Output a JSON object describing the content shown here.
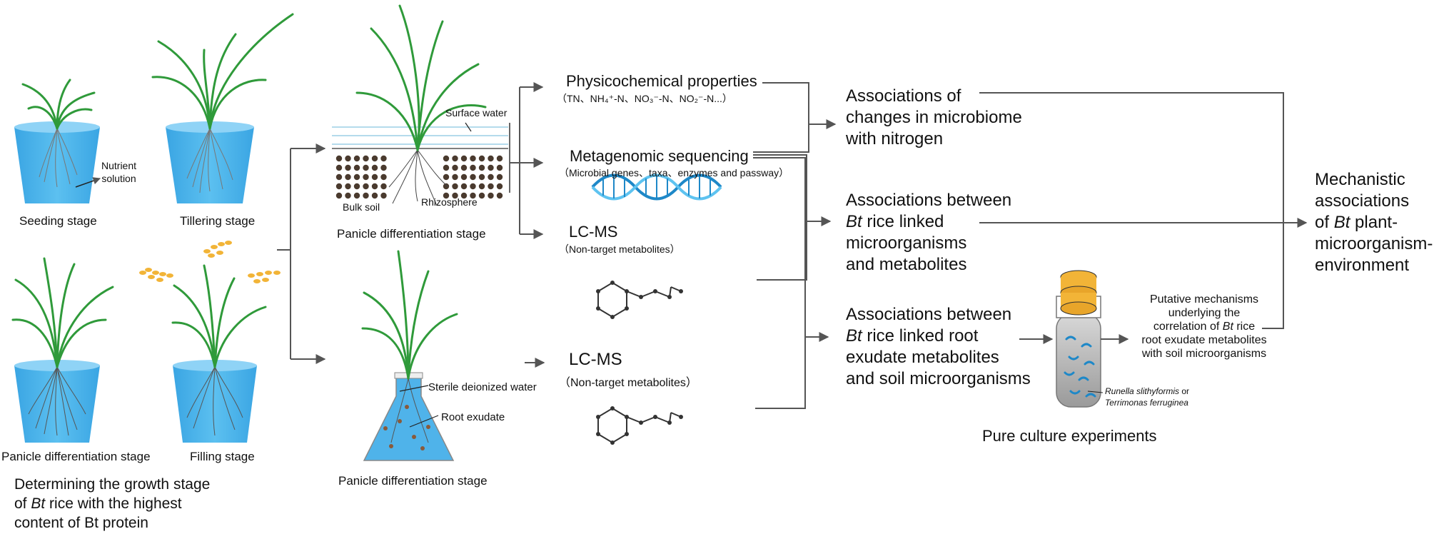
{
  "labels": {
    "seeding": "Seeding stage",
    "tillering": "Tillering stage",
    "panicle_left": "Panicle differentiation stage",
    "filling": "Filling stage",
    "nutrient_1": "Nutrient",
    "nutrient_2": "solution",
    "determine_1": "Determining the growth stage",
    "determine_2a": "of ",
    "determine_2b": "Bt",
    "determine_2c": " rice with the highest",
    "determine_3": "content of Bt protein",
    "surface_water": "Surface water",
    "bulk_soil": "Bulk soil",
    "rhizosphere": "Rhizosphere",
    "panicle_mid_top": "Panicle differentiation stage",
    "sterile": "Sterile deionized water",
    "root_exudate": "Root exudate",
    "panicle_mid_bottom": "Panicle differentiation stage"
  },
  "methods": {
    "physchem_title": "Physicochemical properties",
    "physchem_sub": "（TN、NH₄⁺-N、NO₃⁻-N、NO₂⁻-N...）",
    "meta_title": "Metagenomic sequencing",
    "meta_sub": "（Microbial genes、taxa、enzymes and passway）",
    "lcms1_title": "LC-MS",
    "lcms1_sub": "（Non-target metabolites）",
    "lcms2_title": "LC-MS",
    "lcms2_sub": "（Non-target metabolites）"
  },
  "associations": {
    "a1_1": "Associations of",
    "a1_2": "changes in microbiome",
    "a1_3": "with nitrogen",
    "a2_1": "Associations between",
    "a2_2a": "Bt",
    "a2_2b": " rice linked",
    "a2_3": "microorganisms",
    "a2_4": "and metabolites",
    "a3_1": "Associations between",
    "a3_2a": "Bt",
    "a3_2b": " rice linked root",
    "a3_3": "exudate metabolites",
    "a3_4": "and soil microorganisms"
  },
  "pure_culture": {
    "species_1": "Runella slithyformis",
    "species_or": " or",
    "species_2": "Terrimonas ferruginea",
    "caption": "Pure culture experiments",
    "putative_1": "Putative mechanisms",
    "putative_2": "underlying the",
    "putative_3a": "correlation of ",
    "putative_3b": "Bt",
    "putative_3c": " rice",
    "putative_4": "root exudate metabolites",
    "putative_5": "with soil microorganisms"
  },
  "final": {
    "f1": "Mechanistic",
    "f2": "associations",
    "f3a": "of ",
    "f3b": "Bt",
    "f3c": " plant-",
    "f4": "microorganism-",
    "f5": "environment"
  },
  "colors": {
    "pot_blue": "#4fb3ea",
    "leaf_green": "#2f9a3a",
    "grain_orange": "#f2b437",
    "arrow_gray": "#555555",
    "dna_blue": "#1e88c8"
  }
}
